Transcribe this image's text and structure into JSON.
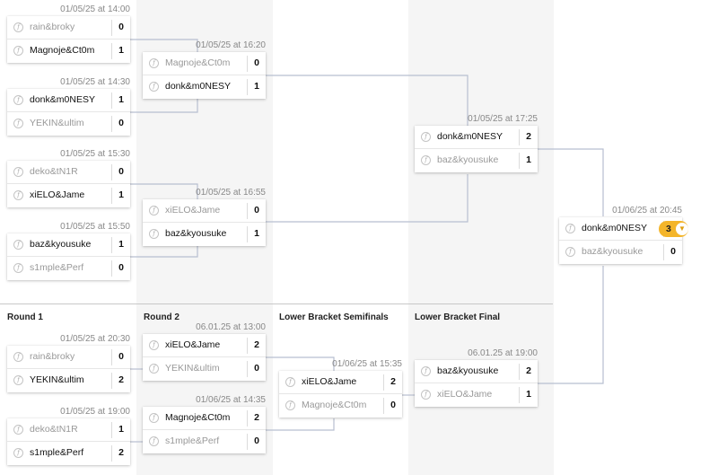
{
  "colors": {
    "stripe": "#f5f5f5",
    "line": "#b8bfd0",
    "winner_badge": "#f4b52a"
  },
  "icons": {
    "team_logo": "team-logo-icon",
    "trophy": "trophy-icon"
  },
  "round_labels": [
    "Round 1",
    "Round 2",
    "Lower Bracket Semifinals",
    "Lower Bracket Final"
  ],
  "matches": [
    {
      "time": "01/05/25 at 14:00",
      "teams": [
        {
          "name": "rain&broky",
          "score": "0"
        },
        {
          "name": "Magnoje&Ct0m",
          "score": "1"
        }
      ]
    },
    {
      "time": "01/05/25 at 14:30",
      "teams": [
        {
          "name": "donk&m0NESY",
          "score": "1"
        },
        {
          "name": "YEKIN&ultim",
          "score": "0"
        }
      ]
    },
    {
      "time": "01/05/25 at 15:30",
      "teams": [
        {
          "name": "deko&tN1R",
          "score": "0"
        },
        {
          "name": "xiELO&Jame",
          "score": "1"
        }
      ]
    },
    {
      "time": "01/05/25 at 15:50",
      "teams": [
        {
          "name": "baz&kyousuke",
          "score": "1"
        },
        {
          "name": "s1mple&Perf",
          "score": "0"
        }
      ]
    },
    {
      "time": "01/05/25 at 16:20",
      "teams": [
        {
          "name": "Magnoje&Ct0m",
          "score": "0"
        },
        {
          "name": "donk&m0NESY",
          "score": "1"
        }
      ]
    },
    {
      "time": "01/05/25 at 16:55",
      "teams": [
        {
          "name": "xiELO&Jame",
          "score": "0"
        },
        {
          "name": "baz&kyousuke",
          "score": "1"
        }
      ]
    },
    {
      "time": "01/05/25 at 17:25",
      "teams": [
        {
          "name": "donk&m0NESY",
          "score": "2"
        },
        {
          "name": "baz&kyousuke",
          "score": "1"
        }
      ]
    },
    {
      "time": "01/06/25 at 20:45",
      "teams": [
        {
          "name": "donk&m0NESY",
          "score": "3"
        },
        {
          "name": "baz&kyousuke",
          "score": "0"
        }
      ]
    },
    {
      "time": "01/05/25 at 20:30",
      "teams": [
        {
          "name": "rain&broky",
          "score": "0"
        },
        {
          "name": "YEKIN&ultim",
          "score": "2"
        }
      ]
    },
    {
      "time": "01/05/25 at 19:00",
      "teams": [
        {
          "name": "deko&tN1R",
          "score": "1"
        },
        {
          "name": "s1mple&Perf",
          "score": "2"
        }
      ]
    },
    {
      "time": "06.01.25 at 13:00",
      "teams": [
        {
          "name": "xiELO&Jame",
          "score": "2"
        },
        {
          "name": "YEKIN&ultim",
          "score": "0"
        }
      ]
    },
    {
      "time": "01/06/25 at 14:35",
      "teams": [
        {
          "name": "Magnoje&Ct0m",
          "score": "2"
        },
        {
          "name": "s1mple&Perf",
          "score": "0"
        }
      ]
    },
    {
      "time": "01/06/25 at 15:35",
      "teams": [
        {
          "name": "xiELO&Jame",
          "score": "2"
        },
        {
          "name": "Magnoje&Ct0m",
          "score": "0"
        }
      ]
    },
    {
      "time": "06.01.25 at 19:00",
      "teams": [
        {
          "name": "baz&kyousuke",
          "score": "2"
        },
        {
          "name": "xiELO&Jame",
          "score": "1"
        }
      ]
    }
  ]
}
